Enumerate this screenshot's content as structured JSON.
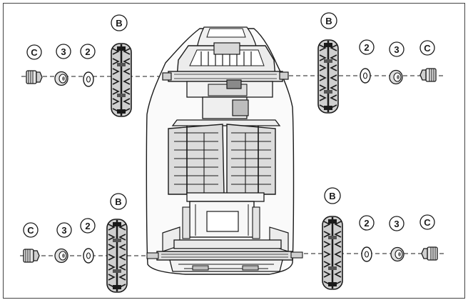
{
  "labels": {
    "wheel": "B",
    "cap": "C",
    "nut": "3",
    "washer": "2"
  },
  "colors": {
    "line": "#1a1a1a",
    "fill_light": "#f2f2f2",
    "fill_mid": "#bdbdbd",
    "fill_dark": "#8a8a8a",
    "frame": "#444444"
  }
}
